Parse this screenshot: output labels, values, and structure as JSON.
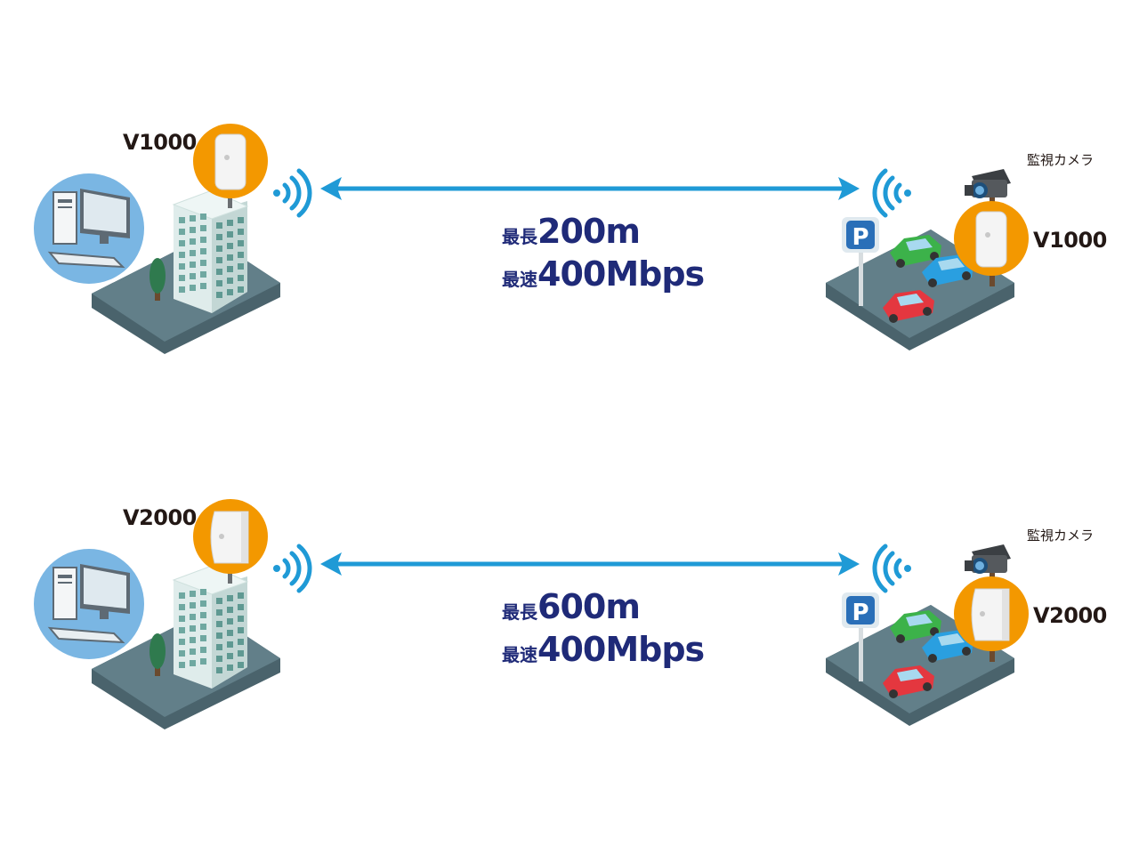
{
  "colors": {
    "accent_blue": "#1f9ad6",
    "spec_navy": "#1f2a78",
    "device_orange": "#f39800",
    "ground": "#5f7b85",
    "building": "#e6f0ee",
    "computer_circle": "#6fb1e0"
  },
  "links": [
    {
      "model_left": "V1000",
      "model_right": "V1000",
      "camera_label": "監視カメラ",
      "range_prefix": "最長",
      "range_value": "200m",
      "speed_prefix": "最速",
      "speed_value": "400Mbps"
    },
    {
      "model_left": "V2000",
      "model_right": "V2000",
      "camera_label": "監視カメラ",
      "range_prefix": "最長",
      "range_value": "600m",
      "speed_prefix": "最速",
      "speed_value": "400Mbps"
    }
  ],
  "icons": [
    "computer-icon",
    "building-icon",
    "wireless-signal-icon",
    "camera-icon",
    "parking-sign-icon",
    "car-icon",
    "access-point-icon"
  ]
}
